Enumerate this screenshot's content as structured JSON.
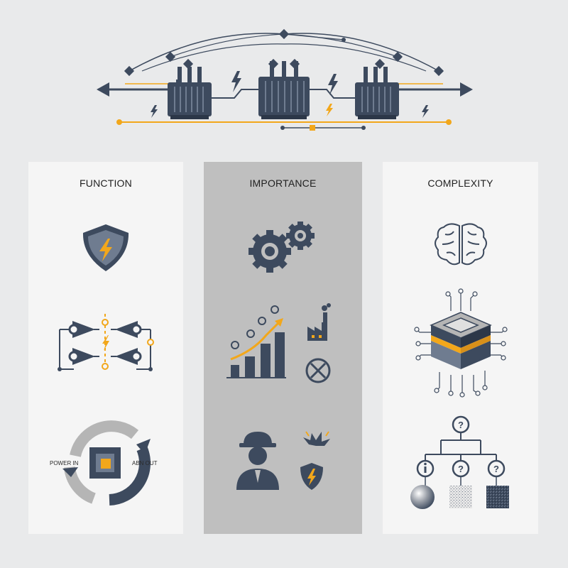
{
  "columns": [
    {
      "id": "function",
      "title": "FUNCTION"
    },
    {
      "id": "importance",
      "title": "IMPORTANCE"
    },
    {
      "id": "complexity",
      "title": "COMPLEXITY"
    }
  ],
  "function_labels": {
    "power_in": "POWER IN",
    "power_out": "ABN OUT"
  },
  "colors": {
    "navy": "#3d4a5e",
    "accent": "#f2a71b",
    "light_panel": "#f5f5f5",
    "mid_panel": "#bfbfbf",
    "background": "#e9eaeb"
  },
  "icons": [
    "transformer-icon",
    "lightning-icon",
    "shield-icon",
    "relay-switch-icon",
    "cycle-arrow-icon",
    "gears-icon",
    "growth-chart-icon",
    "factory-icon",
    "x-circle-icon",
    "worker-icon",
    "spark-icon",
    "brain-icon",
    "chip-stack-icon",
    "question-tree-icon",
    "info-icon",
    "material-samples-icon"
  ]
}
